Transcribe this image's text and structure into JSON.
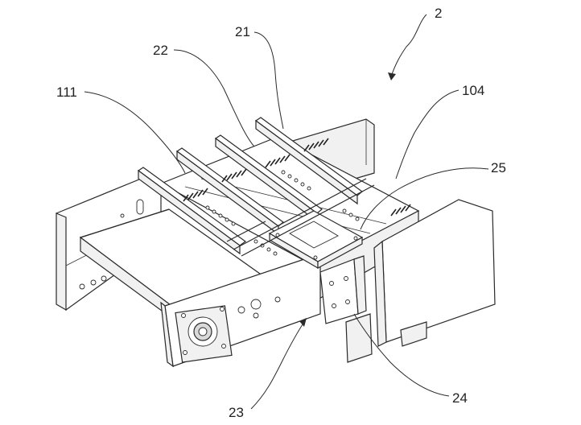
{
  "figure": {
    "reference_labels": [
      {
        "id": "label-2",
        "text": "2"
      },
      {
        "id": "label-21",
        "text": "21"
      },
      {
        "id": "label-22",
        "text": "22"
      },
      {
        "id": "label-111",
        "text": "111"
      },
      {
        "id": "label-104",
        "text": "104"
      },
      {
        "id": "label-25",
        "text": "25"
      },
      {
        "id": "label-23",
        "text": "23"
      },
      {
        "id": "label-24",
        "text": "24"
      }
    ]
  }
}
